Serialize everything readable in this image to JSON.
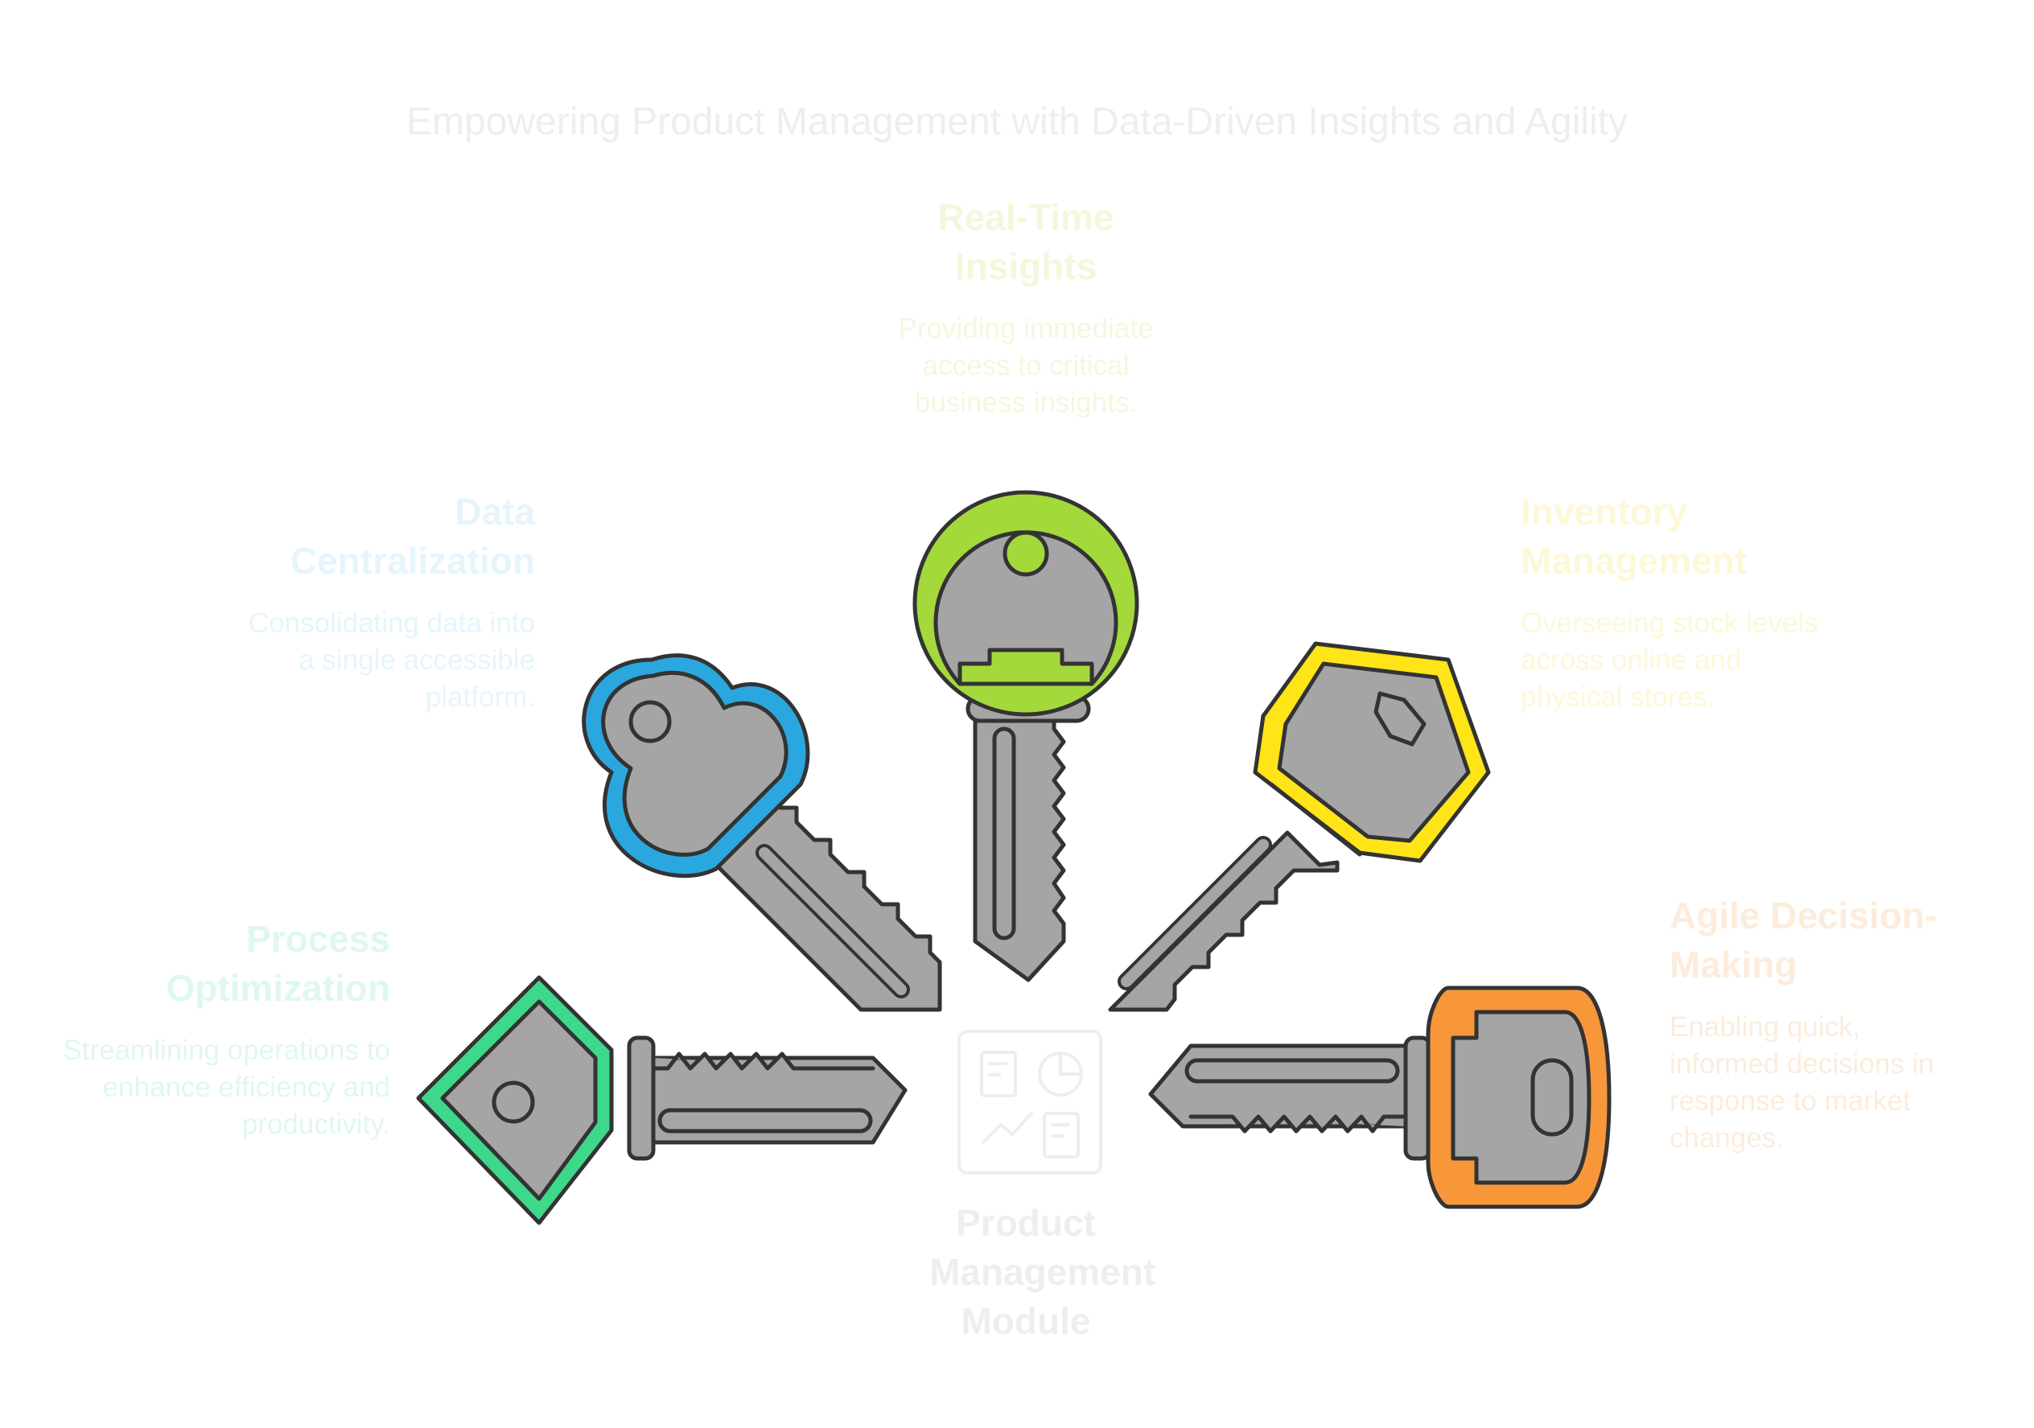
{
  "title": "Empowering Product Management with Data-Driven Insights and Agility",
  "center": {
    "label": "Product Management Module",
    "icon": "dashboard-icon"
  },
  "colors": {
    "key_metal": "#a5a5a5",
    "outline": "#333333",
    "real_time": "#a3d93b",
    "data_centralization": "#2ba7df",
    "inventory": "#ffe417",
    "process": "#3dd88a",
    "agile": "#f7973a"
  },
  "items": [
    {
      "id": "real-time-insights",
      "title": "Real-Time Insights",
      "description": "Providing immediate access to critical business insights.",
      "color": "#a3d93b",
      "text_color": "#f1f9dd",
      "icon": "key-round-icon"
    },
    {
      "id": "data-centralization",
      "title": "Data Centralization",
      "description": "Consolidating data into a single accessible platform.",
      "color": "#2ba7df",
      "text_color": "#e6f5fc",
      "icon": "key-cloud-icon"
    },
    {
      "id": "inventory-management",
      "title": "Inventory Management",
      "description": "Overseeing stock levels across online and physical stores.",
      "color": "#ffe417",
      "text_color": "#fdf8d8",
      "icon": "key-hexagon-icon"
    },
    {
      "id": "process-optimization",
      "title": "Process Optimization",
      "description": "Streamlining operations to enhance efficiency and productivity.",
      "color": "#3dd88a",
      "text_color": "#e0f8ec",
      "icon": "key-diamond-icon"
    },
    {
      "id": "agile-decision-making",
      "title": "Agile Decision-Making",
      "description": "Enabling quick, informed decisions in response to market changes.",
      "color": "#f7973a",
      "text_color": "#fdecdc",
      "icon": "key-rounded-rect-icon"
    }
  ]
}
